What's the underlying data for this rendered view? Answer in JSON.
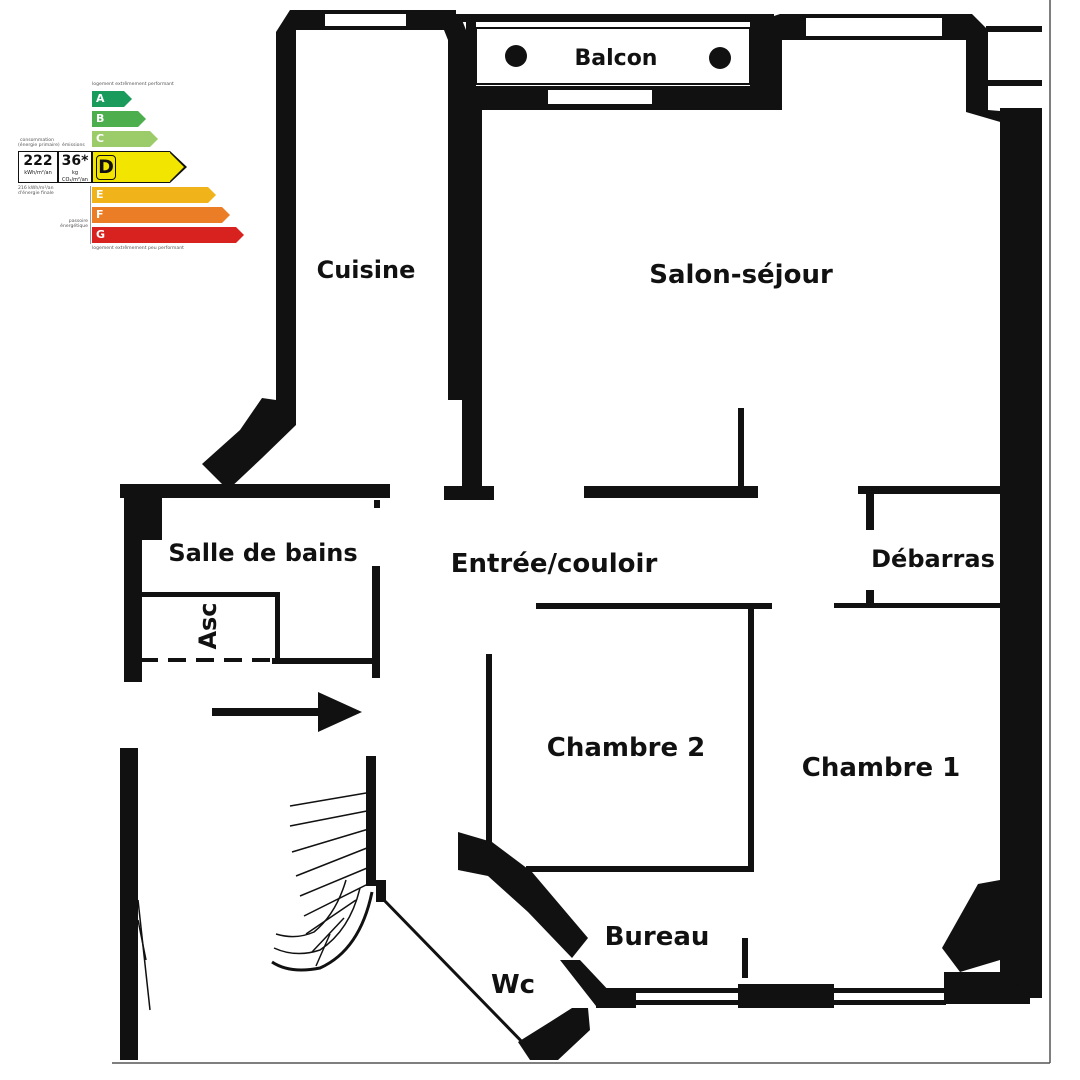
{
  "rooms": {
    "balcon": "Balcon",
    "cuisine": "Cuisine",
    "salon": "Salon-séjour",
    "salle_de_bains": "Salle de bains",
    "entree": "Entrée/couloir",
    "debarras": "Débarras",
    "asc": "Asc",
    "chambre2": "Chambre 2",
    "chambre1": "Chambre 1",
    "bureau": "Bureau",
    "wc": "Wc"
  },
  "dpe": {
    "top_note": "logement extrêmement performant",
    "bottom_note": "logement extrêmement peu performant",
    "consumption_label": "consommation\n(énergie primaire)",
    "emissions_label": "émissions",
    "consumption_value": "222",
    "consumption_unit": "kWh/m²/an",
    "emissions_value": "36*",
    "emissions_unit": "kg CO₂/m²/an",
    "final_energy_note": "216 kWh/m²/an\nd'énergie finale",
    "passoire_note": "passoire\nénergétique",
    "current_class": "D",
    "classes": [
      {
        "letter": "A",
        "color": "#1a9a5b"
      },
      {
        "letter": "B",
        "color": "#4cae4c"
      },
      {
        "letter": "C",
        "color": "#9ccb6a"
      },
      {
        "letter": "D",
        "color": "#f2e500"
      },
      {
        "letter": "E",
        "color": "#f0b31a"
      },
      {
        "letter": "F",
        "color": "#eb7d26"
      },
      {
        "letter": "G",
        "color": "#d7221f"
      }
    ]
  }
}
